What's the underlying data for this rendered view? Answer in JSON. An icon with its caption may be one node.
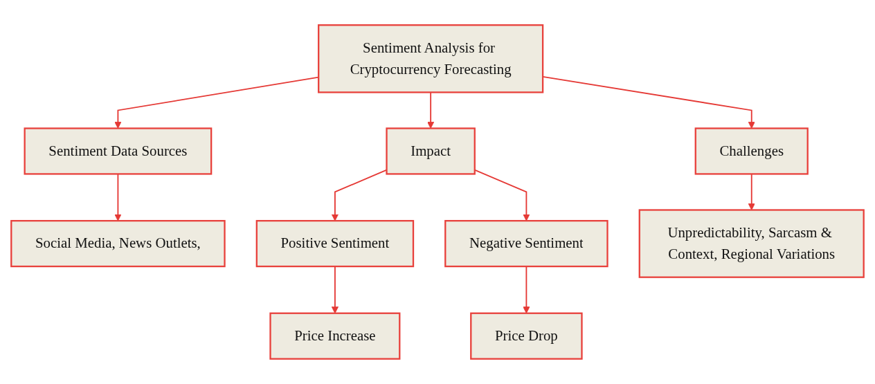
{
  "diagram": {
    "nodes": [
      {
        "text": [
          "Sentiment Analysis for Cryptocurrency Forecasting"
        ]
      },
      {
        "text": [
          "Sentiment Data Sources"
        ]
      },
      {
        "text": [
          "Impact"
        ]
      },
      {
        "text": [
          "Challenges"
        ]
      },
      {
        "text": [
          "Social Media, News Outlets,"
        ]
      },
      {
        "text": [
          "Positive Sentiment"
        ]
      },
      {
        "text": [
          "Negative Sentiment"
        ]
      },
      {
        "text": [
          "Price Increase"
        ]
      },
      {
        "text": [
          "Price Drop"
        ]
      },
      {
        "text": [
          "Unpredictability, Sarcasm & Context, Regional Variations"
        ]
      }
    ],
    "edges": [
      {
        "from": 0,
        "to": 1,
        "arrow": "to"
      },
      {
        "from": 0,
        "to": 2,
        "arrow": "to"
      },
      {
        "from": 0,
        "to": 3,
        "arrow": "to"
      },
      {
        "from": 1,
        "to": 4,
        "arrow": "to"
      },
      {
        "from": 2,
        "to": 5,
        "arrow": "to"
      },
      {
        "from": 2,
        "to": 6,
        "arrow": "to"
      },
      {
        "from": 5,
        "to": 7,
        "arrow": "to"
      },
      {
        "from": 6,
        "to": 8,
        "arrow": "to"
      },
      {
        "from": 3,
        "to": 9,
        "arrow": "to"
      }
    ]
  }
}
